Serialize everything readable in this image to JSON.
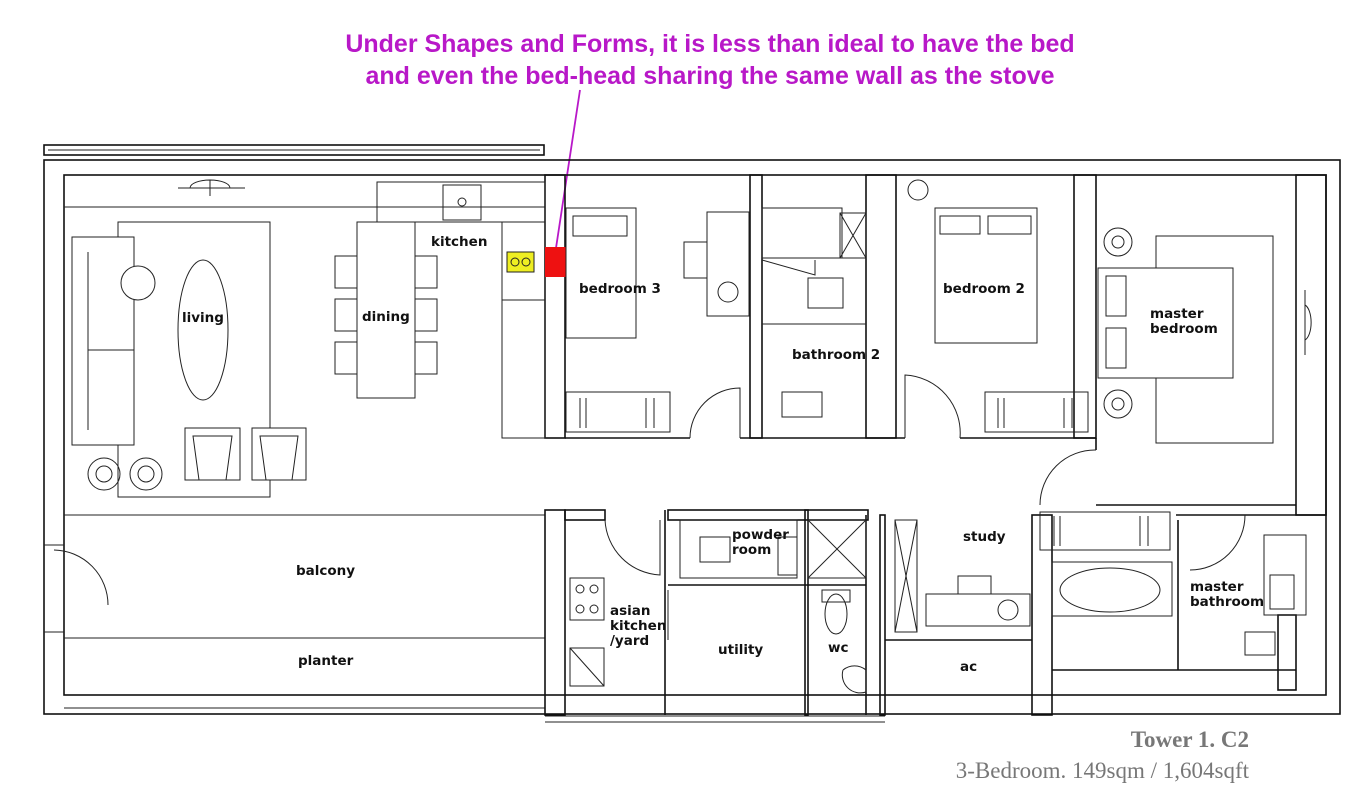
{
  "annotation": {
    "line1": "Under Shapes and Forms, it is less than ideal to have the bed",
    "line2": "and even the bed-head sharing the same wall as the stove",
    "color": "#b818c8",
    "highlight_color": "#ee1111"
  },
  "rooms": {
    "living": "living",
    "dining": "dining",
    "kitchen": "kitchen",
    "bedroom3": "bedroom 3",
    "bathroom2": "bathroom 2",
    "bedroom2": "bedroom 2",
    "master_bedroom_1": "master",
    "master_bedroom_2": "bedroom",
    "balcony": "balcony",
    "planter": "planter",
    "asian_kitchen_1": "asian",
    "asian_kitchen_2": "kitchen",
    "asian_kitchen_3": "/yard",
    "powder_room_1": "powder",
    "powder_room_2": "room",
    "utility": "utility",
    "wc": "wc",
    "study": "study",
    "ac": "ac",
    "master_bathroom_1": "master",
    "master_bathroom_2": "bathroom"
  },
  "caption": {
    "title": "Tower 1. C2",
    "subtitle": "3-Bedroom. 149sqm / 1,604sqft"
  }
}
